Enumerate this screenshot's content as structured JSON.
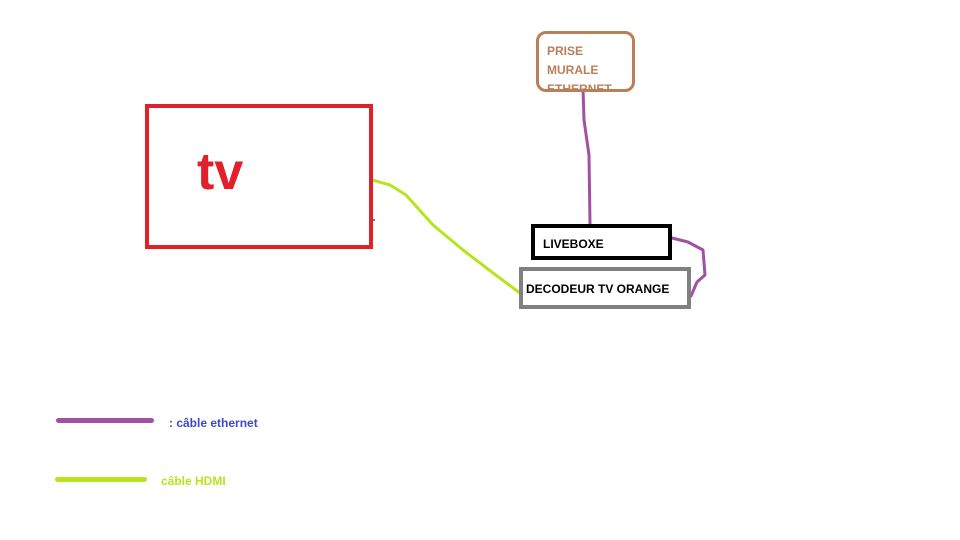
{
  "colors": {
    "tv": "#e0202a",
    "prise": "#b97f58",
    "livebox": "#000000",
    "decodeur": "#808080",
    "ethernet_cable": "#a052a0",
    "hdmi_cable": "#b5e61d",
    "legend_ethernet_text": "#3f48cc"
  },
  "nodes": {
    "tv": {
      "label": "tv"
    },
    "prise": {
      "label": "PRISE MURALE\nETHERNET"
    },
    "livebox": {
      "label": "LIVEBOXE"
    },
    "decodeur": {
      "label": "DECODEUR TV ORANGE"
    }
  },
  "edges": [
    {
      "from": "prise",
      "to": "livebox",
      "cable": "ethernet"
    },
    {
      "from": "livebox",
      "to": "decodeur",
      "cable": "ethernet"
    },
    {
      "from": "tv",
      "to": "decodeur",
      "cable": "hdmi"
    }
  ],
  "legend": {
    "ethernet_label": ": câble ethernet",
    "hdmi_label": "câble HDMI"
  }
}
